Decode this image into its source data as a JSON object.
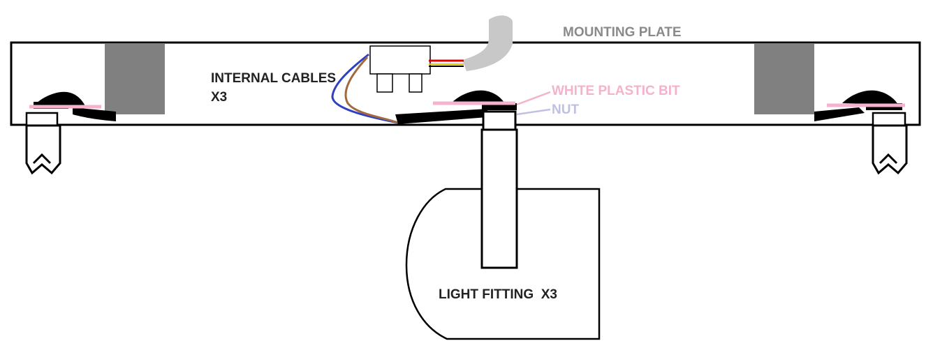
{
  "labels": {
    "mounting_plate": "MOUNTING PLATE",
    "internal_cables_line1": "INTERNAL CABLES",
    "internal_cables_line2": "X3",
    "white_plastic_bit": "WHITE PLASTIC BIT",
    "nut": "NUT",
    "light_fitting": "LIGHT FITTING  X3"
  },
  "colors": {
    "outline": "#000000",
    "plate_fill": "#ffffff",
    "block_gray": "#808080",
    "mounting_label": "#8a8a8a",
    "flex_cable": "#c8c8c8",
    "white_plastic": "#f4b2cc",
    "nut_label": "#c0c0e0",
    "wire_blue": "#3040c0",
    "wire_brown": "#a06a40",
    "wire_red": "#e00000",
    "wire_yellow": "#e0c000"
  }
}
